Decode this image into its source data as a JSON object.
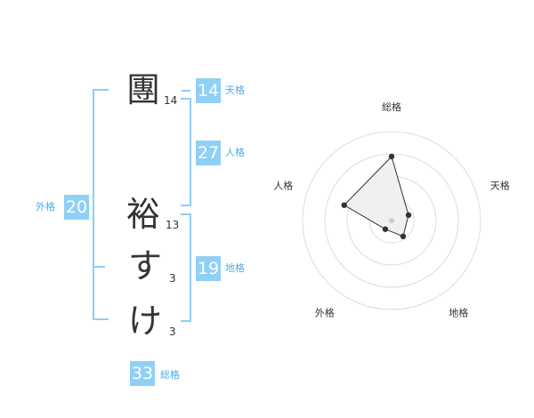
{
  "name": {
    "characters": [
      {
        "char": "團",
        "strokes": "14"
      },
      {
        "char": "裕",
        "strokes": "13"
      },
      {
        "char": "す",
        "strokes": "3"
      },
      {
        "char": "け",
        "strokes": "3"
      }
    ]
  },
  "scores": {
    "tenkaku": {
      "value": "14",
      "label": "天格"
    },
    "jinkaku": {
      "value": "27",
      "label": "人格"
    },
    "chikaku": {
      "value": "19",
      "label": "地格"
    },
    "gaikaku": {
      "value": "20",
      "label": "外格"
    },
    "soukaku": {
      "value": "33",
      "label": "総格"
    }
  },
  "chart_data": {
    "type": "radar",
    "axes": [
      "総格",
      "天格",
      "地格",
      "外格",
      "人格"
    ],
    "values": [
      3.6,
      1.0,
      1.1,
      0.6,
      2.8
    ],
    "rmax": 5,
    "rings": 4,
    "colors": {
      "fill": "#f0f0f0",
      "stroke": "#333333",
      "ring": "#dddddd"
    }
  }
}
